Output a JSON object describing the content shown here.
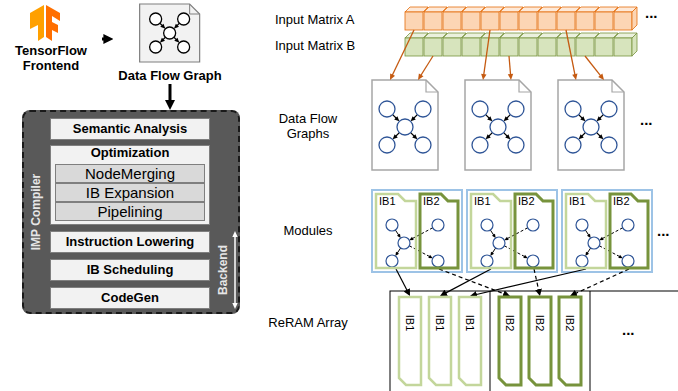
{
  "diagram": {
    "nodes": [
      {
        "text": [
          "TensorFlow Frontend"
        ]
      },
      {
        "text": [
          "Data Flow Graph"
        ]
      },
      {
        "text": [
          "IMP Compiler"
        ]
      },
      {
        "text": [
          "Semantic Analysis"
        ],
        "in": 2
      },
      {
        "text": [
          "Optimization"
        ],
        "in": 2
      },
      {
        "text": [
          "NodeMerging"
        ],
        "in": 4
      },
      {
        "text": [
          "IB Expansion"
        ],
        "in": 4
      },
      {
        "text": [
          "Pipelining"
        ],
        "in": 4
      },
      {
        "text": [
          "Instruction Lowering"
        ],
        "in": 2
      },
      {
        "text": [
          "IB Scheduling"
        ],
        "in": 2
      },
      {
        "text": [
          "CodeGen"
        ],
        "in": 2
      },
      {
        "text": [
          "IB1"
        ]
      },
      {
        "text": [
          "IB2"
        ]
      },
      {
        "text": [
          "IB1"
        ]
      },
      {
        "text": [
          "IB2"
        ]
      },
      {
        "text": [
          "IB1"
        ]
      },
      {
        "text": [
          "IB2"
        ]
      },
      {
        "text": [
          "IB1"
        ]
      },
      {
        "text": [
          "IB1"
        ]
      },
      {
        "text": [
          "IB1"
        ]
      },
      {
        "text": [
          "IB2"
        ]
      },
      {
        "text": [
          "IB2"
        ]
      },
      {
        "text": [
          "IB2"
        ]
      }
    ],
    "edges": [
      {
        "from": 0,
        "to": 1,
        "arrow": "to"
      },
      {
        "from": 1,
        "to": 2,
        "arrow": "to"
      },
      {
        "from": 11,
        "to": 17,
        "arrow": "to"
      },
      {
        "from": 12,
        "to": 20,
        "arrow": "to"
      },
      {
        "from": 13,
        "to": 18,
        "arrow": "to"
      },
      {
        "from": 14,
        "to": 21,
        "arrow": "to"
      },
      {
        "from": 15,
        "to": 19,
        "arrow": "to"
      },
      {
        "from": 16,
        "to": 22,
        "arrow": "to"
      }
    ],
    "labels": [
      "Input Matrix A",
      "...",
      "Input Matrix B",
      "Data Flow Graphs",
      "...",
      "Modules",
      "...",
      "ReRAM Array",
      "...",
      "Backend"
    ]
  }
}
